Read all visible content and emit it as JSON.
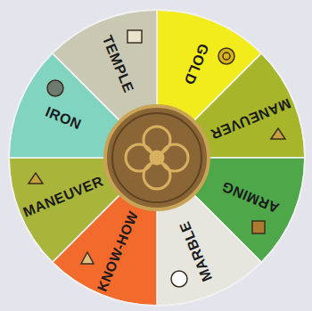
{
  "diagram": {
    "nodes": [
      {
        "text": [
          "GOLD"
        ]
      },
      {
        "text": [
          "MANEUVER"
        ]
      },
      {
        "text": [
          "ARMING"
        ]
      },
      {
        "text": [
          "MARBLE"
        ]
      },
      {
        "text": [
          "KNOW-HOW"
        ]
      },
      {
        "text": [
          "MANEUVER"
        ]
      },
      {
        "text": [
          "IRON"
        ]
      },
      {
        "text": [
          "TEMPLE"
        ]
      }
    ]
  }
}
